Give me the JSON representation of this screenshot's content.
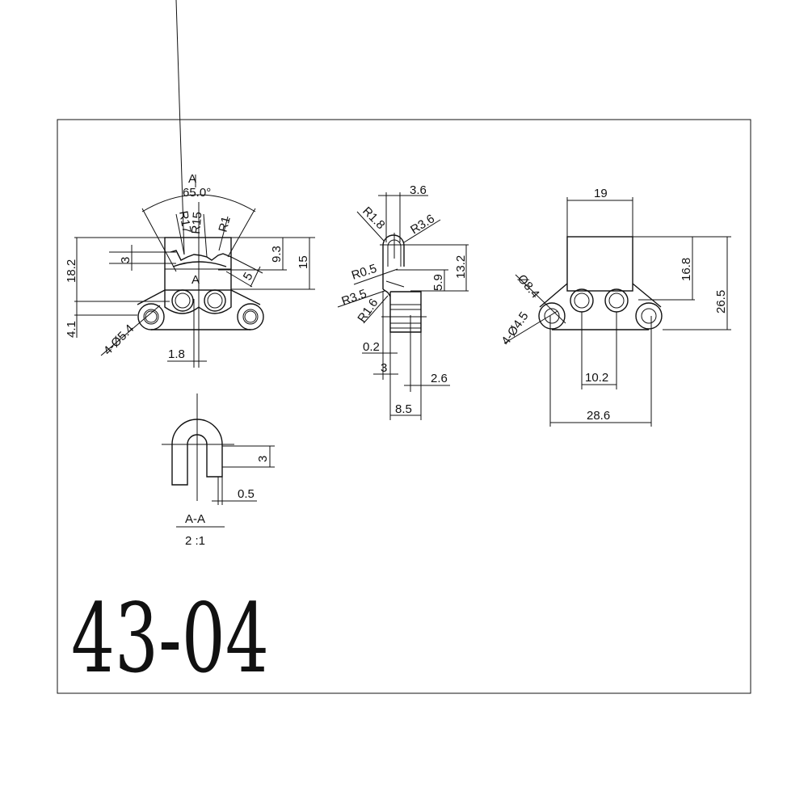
{
  "drawing": {
    "part_number": "43-04",
    "front_view": {
      "section_mark": "A",
      "section_mark_bottom": "A",
      "angle": "65.0°",
      "r17": "R17",
      "r15": "R15",
      "r1": "R1",
      "d_18_2": "18.2",
      "d_4_1": "4.1",
      "d_3": "3",
      "d_9_3": "9.3",
      "d_15": "15",
      "d_5": "5",
      "holes": "4-Ø5.4",
      "d_1_8": "1.8"
    },
    "side_view": {
      "d_3_6": "3.6",
      "r1_8": "R1.8",
      "r3_6": "R3.6",
      "r0_5": "R0.5",
      "r3_5": "R3.5",
      "r1_6": "R1.6",
      "d_13_2": "13.2",
      "d_5_9": "5.9",
      "d_0_2": "0.2",
      "d_3": "3",
      "d_2_6": "2.6",
      "d_8_5": "8.5"
    },
    "top_view": {
      "d_19": "19",
      "d_8_4": "Ø8.4",
      "holes": "4-Ø4.5",
      "d_16_8": "16.8",
      "d_26_5": "26.5",
      "d_10_2": "10.2",
      "d_28_6": "28.6"
    },
    "section": {
      "d_3": "3",
      "d_0_5": "0.5",
      "label": "A-A",
      "scale": "2 :1"
    }
  }
}
